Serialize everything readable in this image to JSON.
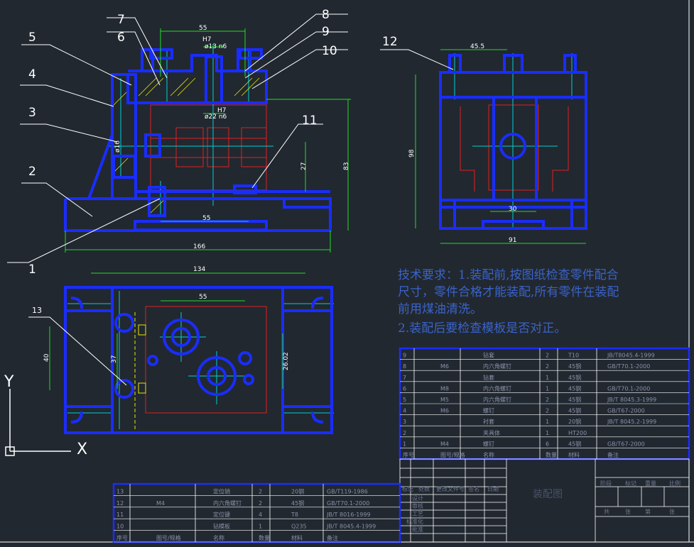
{
  "colors": {
    "background": "#212830",
    "outline": "#1a2dff",
    "centerline": "#00cfd6",
    "dimension": "#22dd22",
    "hidden": "#e02020",
    "text": "#ffffff",
    "table_text": "#8a92a8",
    "hatch": "#e6e600",
    "note": "#3b63c8"
  },
  "leaders": {
    "n1": "1",
    "n2": "2",
    "n3": "3",
    "n4": "4",
    "n5": "5",
    "n6": "6",
    "n7": "7",
    "n8": "8",
    "n9": "9",
    "n10": "10",
    "n11": "11",
    "n12": "12",
    "n13": "13"
  },
  "dimensions": {
    "front_top_55": "55",
    "front_hole_fit": "H7",
    "front_hole_dia": "ø13 n6",
    "front_bush_fit": "H7",
    "front_bush_dia": "ø22 n6",
    "front_vertical_ø": "ø16",
    "front_27": "27",
    "front_83": "83",
    "front_bottom_55": "55",
    "front_166": "166",
    "side_45_5": "45.5",
    "side_98": "98",
    "side_30": "30",
    "side_91": "91",
    "top_134": "134",
    "top_55": "55",
    "top_40": "40",
    "top_37": "37",
    "top_26_02": "26.02"
  },
  "axes": {
    "y": "Y",
    "x": "X"
  },
  "tech_note": {
    "line1": "技术要求：1.装配前,按图纸检查零件配合",
    "line2": "尺寸，零件合格才能装配,所有零件在装配",
    "line3": "前用煤油清洗。",
    "line4": "2.装配后要检查模板是否对正。"
  },
  "parts_right": [
    [
      "9",
      "",
      "钻套",
      "2",
      "T10",
      "JB/T8045.4-1999"
    ],
    [
      "8",
      "M6",
      "内六角螺钉",
      "2",
      "45钢",
      "GB/T70.1-2000"
    ],
    [
      "7",
      "",
      "钻套",
      "1",
      "45钢",
      ""
    ],
    [
      "6",
      "M8",
      "内六角螺钉",
      "1",
      "45钢",
      "GB/T70.1-2000"
    ],
    [
      "5",
      "M5",
      "内六角螺钉",
      "2",
      "45钢",
      "JB/T 8045.3-1999"
    ],
    [
      "4",
      "M6",
      "螺钉",
      "2",
      "45钢",
      "GB/T67-2000"
    ],
    [
      "3",
      "",
      "衬套",
      "1",
      "20钢",
      "JB/T 8045.2-1999"
    ],
    [
      "2",
      "",
      "夹具体",
      "1",
      "HT200",
      ""
    ],
    [
      "1",
      "M4",
      "螺钉",
      "6",
      "45钢",
      "GB/T67-2000"
    ]
  ],
  "parts_right_header": [
    "序号",
    "图号/规格",
    "名称",
    "数量",
    "材料",
    "备注"
  ],
  "parts_left": [
    [
      "13",
      "",
      "定位销",
      "2",
      "20钢",
      "GB/T119-1986"
    ],
    [
      "12",
      "M4",
      "内六角螺钉",
      "2",
      "45钢",
      "GB/T70.1-2000"
    ],
    [
      "11",
      "",
      "定位键",
      "4",
      "T8",
      "JB/T 8016-1999"
    ],
    [
      "10",
      "",
      "钻模板",
      "1",
      "Q235",
      "JB/T 8045.4-1999"
    ]
  ],
  "parts_left_header": [
    "序号",
    "图号/规格",
    "名称",
    "数量",
    "材料",
    "备注"
  ],
  "title_block": {
    "drawing_name": "装配图",
    "sign_rows": [
      "标记",
      "处数",
      "更改文件号",
      "签名",
      "日期"
    ],
    "roles": [
      "设计",
      "审核",
      "工艺",
      "标准化",
      "批准"
    ],
    "right_header": [
      "阶段",
      "标记",
      "重量",
      "比例"
    ],
    "right_footer": [
      "共",
      "张",
      "第",
      "张"
    ]
  }
}
